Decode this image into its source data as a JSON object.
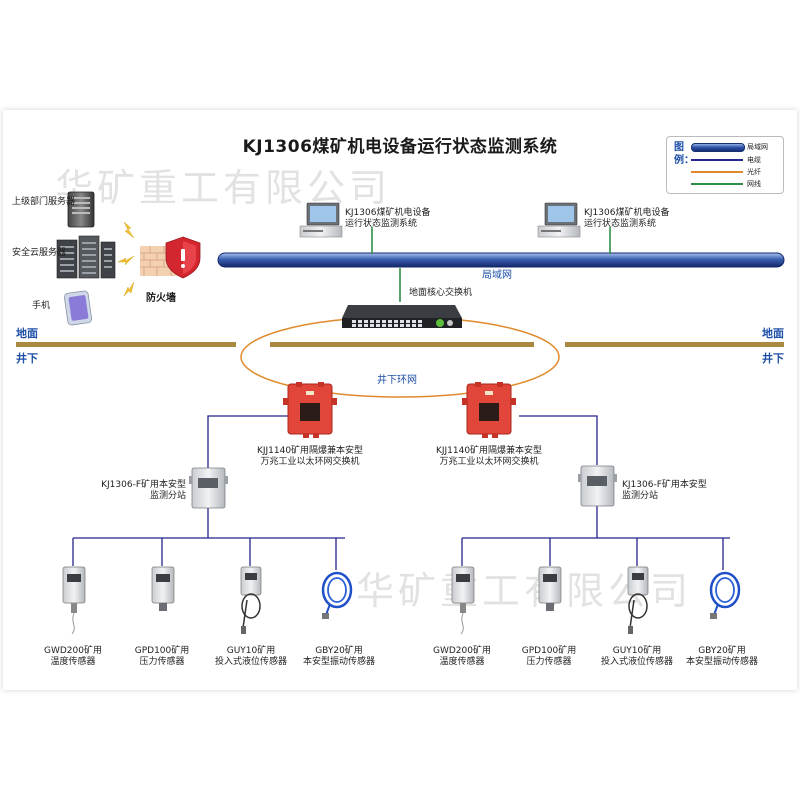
{
  "title": "KJ1306煤矿机电设备运行状态监测系统",
  "watermark": "华矿重工有限公司",
  "legend": {
    "heading": "图例：",
    "items": [
      {
        "label": "局域网",
        "color": "#2d4fa3"
      },
      {
        "label": "电缆",
        "color": "#24248a"
      },
      {
        "label": "光纤",
        "color": "#e08a2c"
      },
      {
        "label": "网线",
        "color": "#2e8f4a"
      }
    ]
  },
  "servers": {
    "upper": "上级部门服务器",
    "cloud": "安全云服务器",
    "phone": "手机",
    "firewall": "防火墙"
  },
  "monitor_systems": {
    "left": [
      "KJ1306煤矿机电设备",
      "运行状态监测系统"
    ],
    "right": [
      "KJ1306煤矿机电设备",
      "运行状态监测系统"
    ]
  },
  "lan_label": "局域网",
  "core_switch": "地面核心交换机",
  "ground": {
    "above": "地面",
    "below": "井下"
  },
  "ring_label": "井下环网",
  "ring_switch": [
    "KJJ1140矿用隔爆兼本安型",
    "万兆工业以太环网交换机"
  ],
  "substation": [
    "KJ1306-F矿用本安型",
    "监测分站"
  ],
  "sensors": [
    {
      "name": "GWD200矿用",
      "desc": "温度传感器"
    },
    {
      "name": "GPD100矿用",
      "desc": "压力传感器"
    },
    {
      "name": "GUY10矿用",
      "desc": "投入式液位传感器"
    },
    {
      "name": "GBY20矿用",
      "desc": "本安型振动传感器"
    }
  ],
  "colors": {
    "lan": "#3a5fb0",
    "cable": "#24248a",
    "fiber": "#e08a2c",
    "net": "#2e8f4a",
    "ground_line": "#a8893f",
    "switch_red": "#e2463a",
    "accent_text": "#1d4fa6"
  }
}
